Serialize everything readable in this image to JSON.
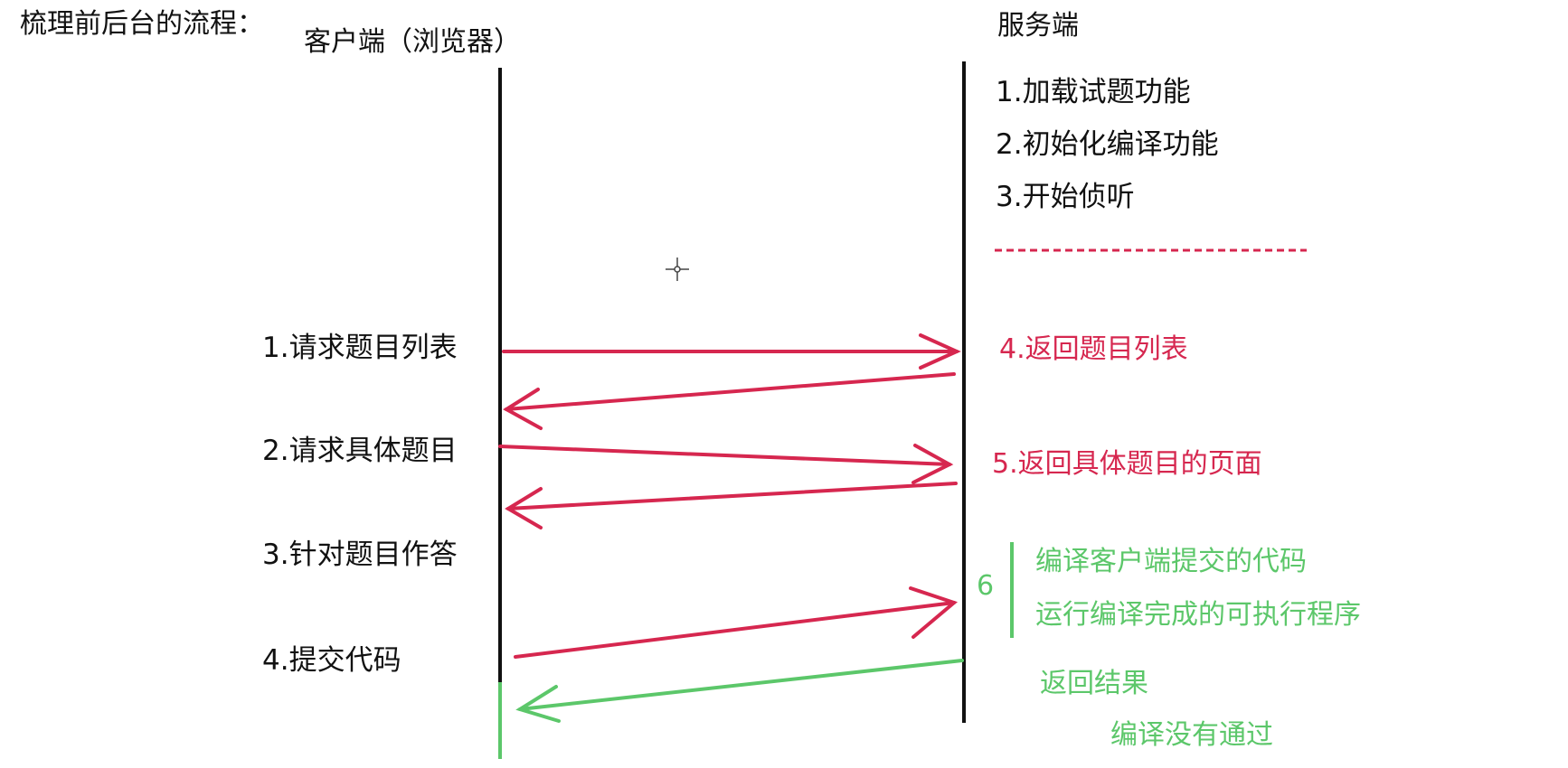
{
  "page_title": "梳理前后台的流程：",
  "client": {
    "label": "客户端（浏览器）"
  },
  "server": {
    "label": "服务端"
  },
  "server_init_steps": [
    "1.加载试题功能",
    "2.初始化编译功能",
    "3.开始侦听"
  ],
  "client_steps": [
    "1.请求题目列表",
    "2.请求具体题目",
    "3.针对题目作答",
    "4.提交代码"
  ],
  "server_responses": {
    "list": "4.返回题目列表",
    "detail": "5.返回具体题目的页面"
  },
  "step6": {
    "number": "6",
    "lines": [
      "编译客户端提交的代码",
      "运行编译完成的可执行程序"
    ]
  },
  "result": {
    "label": "返回结果",
    "note": "编译没有通过"
  },
  "colors": {
    "red": "#d6274f",
    "green": "#5cc76a",
    "black": "#111111"
  }
}
